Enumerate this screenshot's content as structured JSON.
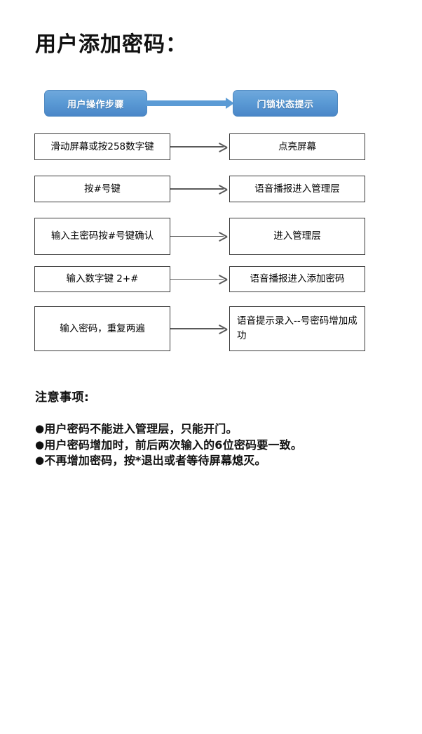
{
  "page": {
    "title": "用户添加密码："
  },
  "banner": {
    "left_label": "用户操作步骤",
    "right_label": "门锁状态提示",
    "arrow_icon": "right-arrow-icon",
    "color": "#5B9BD5"
  },
  "flow": {
    "rows": [
      {
        "height": 38,
        "gap_below": 22,
        "left": "滑动屏幕或按258数字键",
        "right": "点亮屏幕",
        "right_align_left": false,
        "arrow_icon": "right-arrow-icon"
      },
      {
        "height": 38,
        "gap_below": 22,
        "left": "按#号键",
        "right": "语音播报进入管理层",
        "right_align_left": false,
        "arrow_icon": "right-arrow-icon"
      },
      {
        "height": 53,
        "gap_below": 16,
        "left": "输入主密码按#号键确认",
        "right": "进入管理层",
        "right_align_left": false,
        "arrow_icon": "right-arrow-icon"
      },
      {
        "height": 37,
        "gap_below": 20,
        "left": "输入数字键 2+#",
        "right": "语音播报进入添加密码",
        "right_align_left": false,
        "arrow_icon": "right-arrow-icon"
      },
      {
        "height": 64,
        "gap_below": 0,
        "left": "输入密码，重复两遍",
        "right": "语音提示录入--号密码增加成功",
        "right_align_left": true,
        "arrow_icon": "right-arrow-icon"
      }
    ]
  },
  "notes": {
    "heading": "注意事项:",
    "bullet_glyph": "●",
    "items": [
      "用户密码不能进入管理层，只能开门。",
      "用户密码增加时，前后两次输入的6位密码要一致。",
      "不再增加密码，按*退出或者等待屏幕熄灭。"
    ]
  }
}
